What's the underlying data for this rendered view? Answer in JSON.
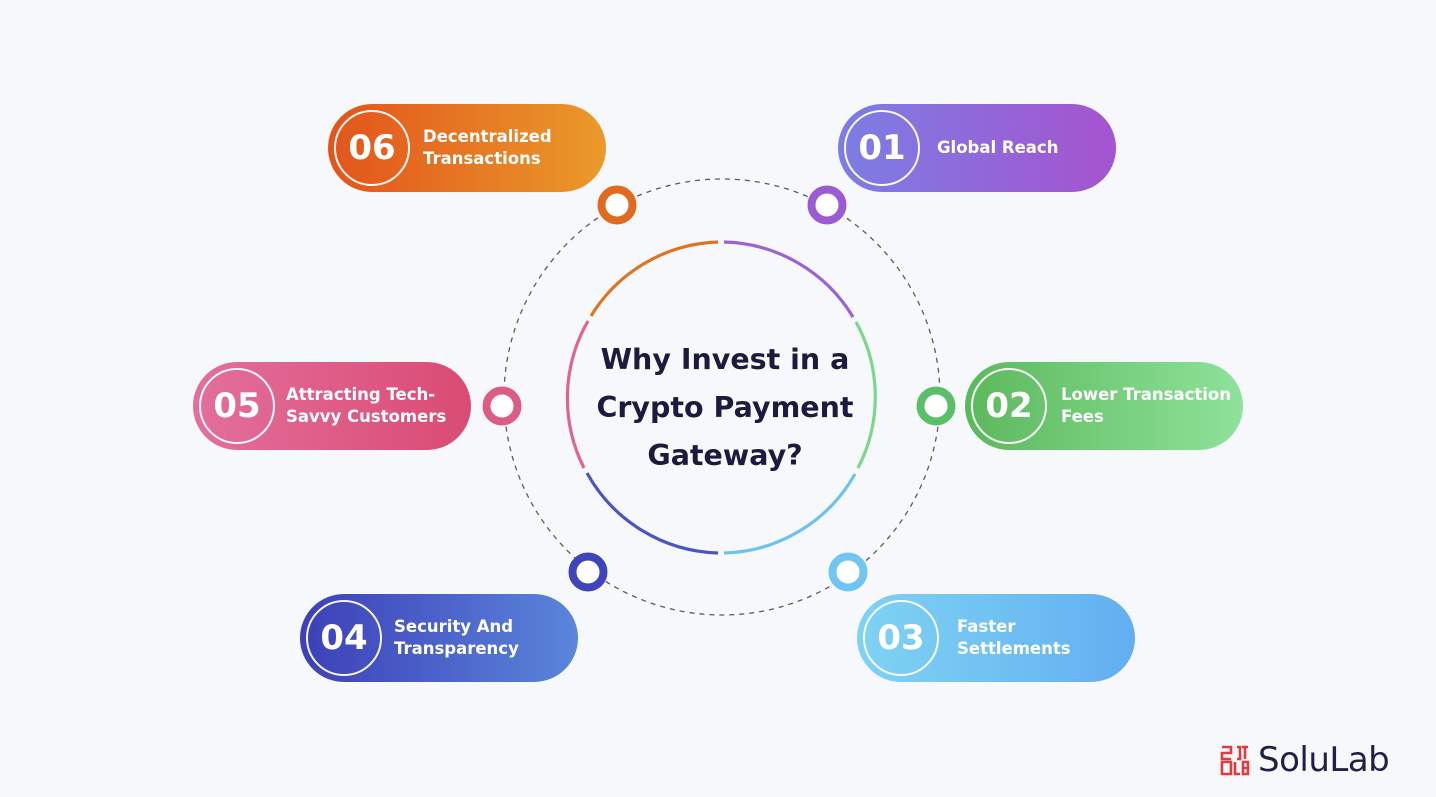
{
  "title": "Why Invest in a\nCrypto Payment\nGateway?",
  "items": [
    {
      "number": "01",
      "label": "Global Reach",
      "color_start": "#7b7ee4",
      "color_end": "#a653cf"
    },
    {
      "number": "02",
      "label": "Lower Transaction\nFees",
      "color_start": "#5cb85c",
      "color_end": "#8fe29a"
    },
    {
      "number": "03",
      "label": "Faster\nSettlements",
      "color_start": "#7fd3f3",
      "color_end": "#62aef2"
    },
    {
      "number": "04",
      "label": "Security And\nTransparency",
      "color_start": "#3d3fb8",
      "color_end": "#5a86db"
    },
    {
      "number": "05",
      "label": "Attracting Tech-\nSavvy Customers",
      "color_start": "#e36f9c",
      "color_end": "#d94b73"
    },
    {
      "number": "06",
      "label": "Decentralized\nTransactions",
      "color_start": "#e2541c",
      "color_end": "#eb9a2a"
    }
  ],
  "logo": {
    "text": "SoluLab",
    "accent": "#e33b3b"
  }
}
